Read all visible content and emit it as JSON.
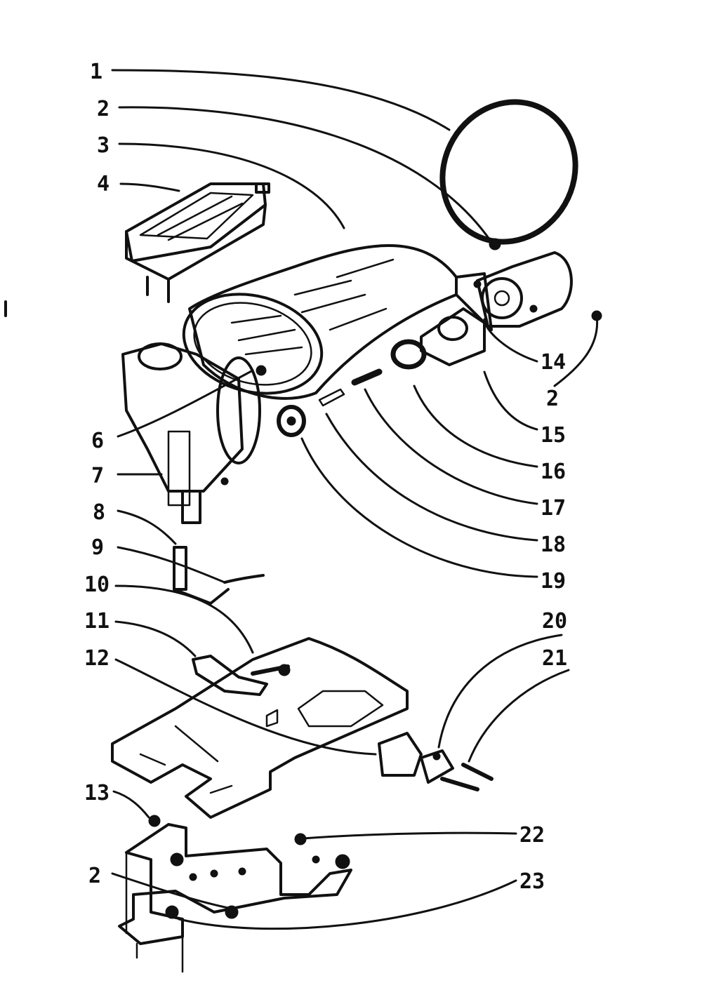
{
  "callouts": [
    {
      "id": "c1",
      "text": "1"
    },
    {
      "id": "c2a",
      "text": "2"
    },
    {
      "id": "c3",
      "text": "3"
    },
    {
      "id": "c4",
      "text": "4"
    },
    {
      "id": "c6",
      "text": "6"
    },
    {
      "id": "c7",
      "text": "7"
    },
    {
      "id": "c8",
      "text": "8"
    },
    {
      "id": "c9",
      "text": "9"
    },
    {
      "id": "c10",
      "text": "10"
    },
    {
      "id": "c11",
      "text": "11"
    },
    {
      "id": "c12",
      "text": "12"
    },
    {
      "id": "c13",
      "text": "13"
    },
    {
      "id": "c2c",
      "text": "2"
    },
    {
      "id": "c14",
      "text": "14"
    },
    {
      "id": "c2b",
      "text": "2"
    },
    {
      "id": "c15",
      "text": "15"
    },
    {
      "id": "c16",
      "text": "16"
    },
    {
      "id": "c17",
      "text": "17"
    },
    {
      "id": "c18",
      "text": "18"
    },
    {
      "id": "c19",
      "text": "19"
    },
    {
      "id": "c20",
      "text": "20"
    },
    {
      "id": "c21",
      "text": "21"
    },
    {
      "id": "c22",
      "text": "22"
    },
    {
      "id": "c23",
      "text": "23"
    }
  ]
}
